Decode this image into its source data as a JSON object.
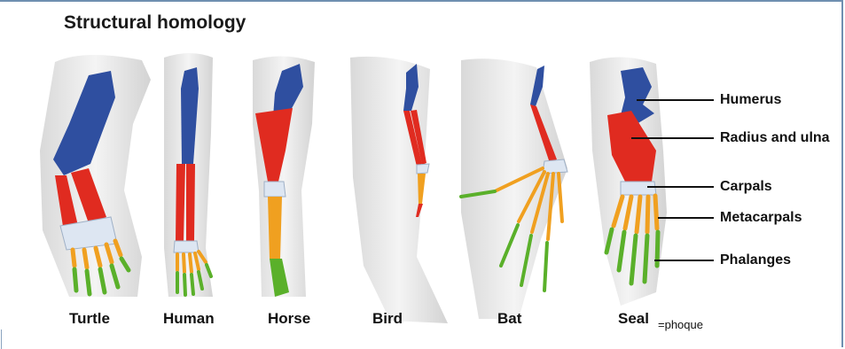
{
  "title": "Structural homology",
  "animals": [
    "Turtle",
    "Human",
    "Horse",
    "Bird",
    "Bat",
    "Seal"
  ],
  "seal_note": "=phoque",
  "legend": [
    {
      "label": "Humerus",
      "color": "#2f4fa0"
    },
    {
      "label": "Radius and ulna",
      "color": "#e02b20"
    },
    {
      "label": "Carpals",
      "color": "#dde6f2"
    },
    {
      "label": "Metacarpals",
      "color": "#f0a020"
    },
    {
      "label": "Phalanges",
      "color": "#5ab02a"
    }
  ]
}
